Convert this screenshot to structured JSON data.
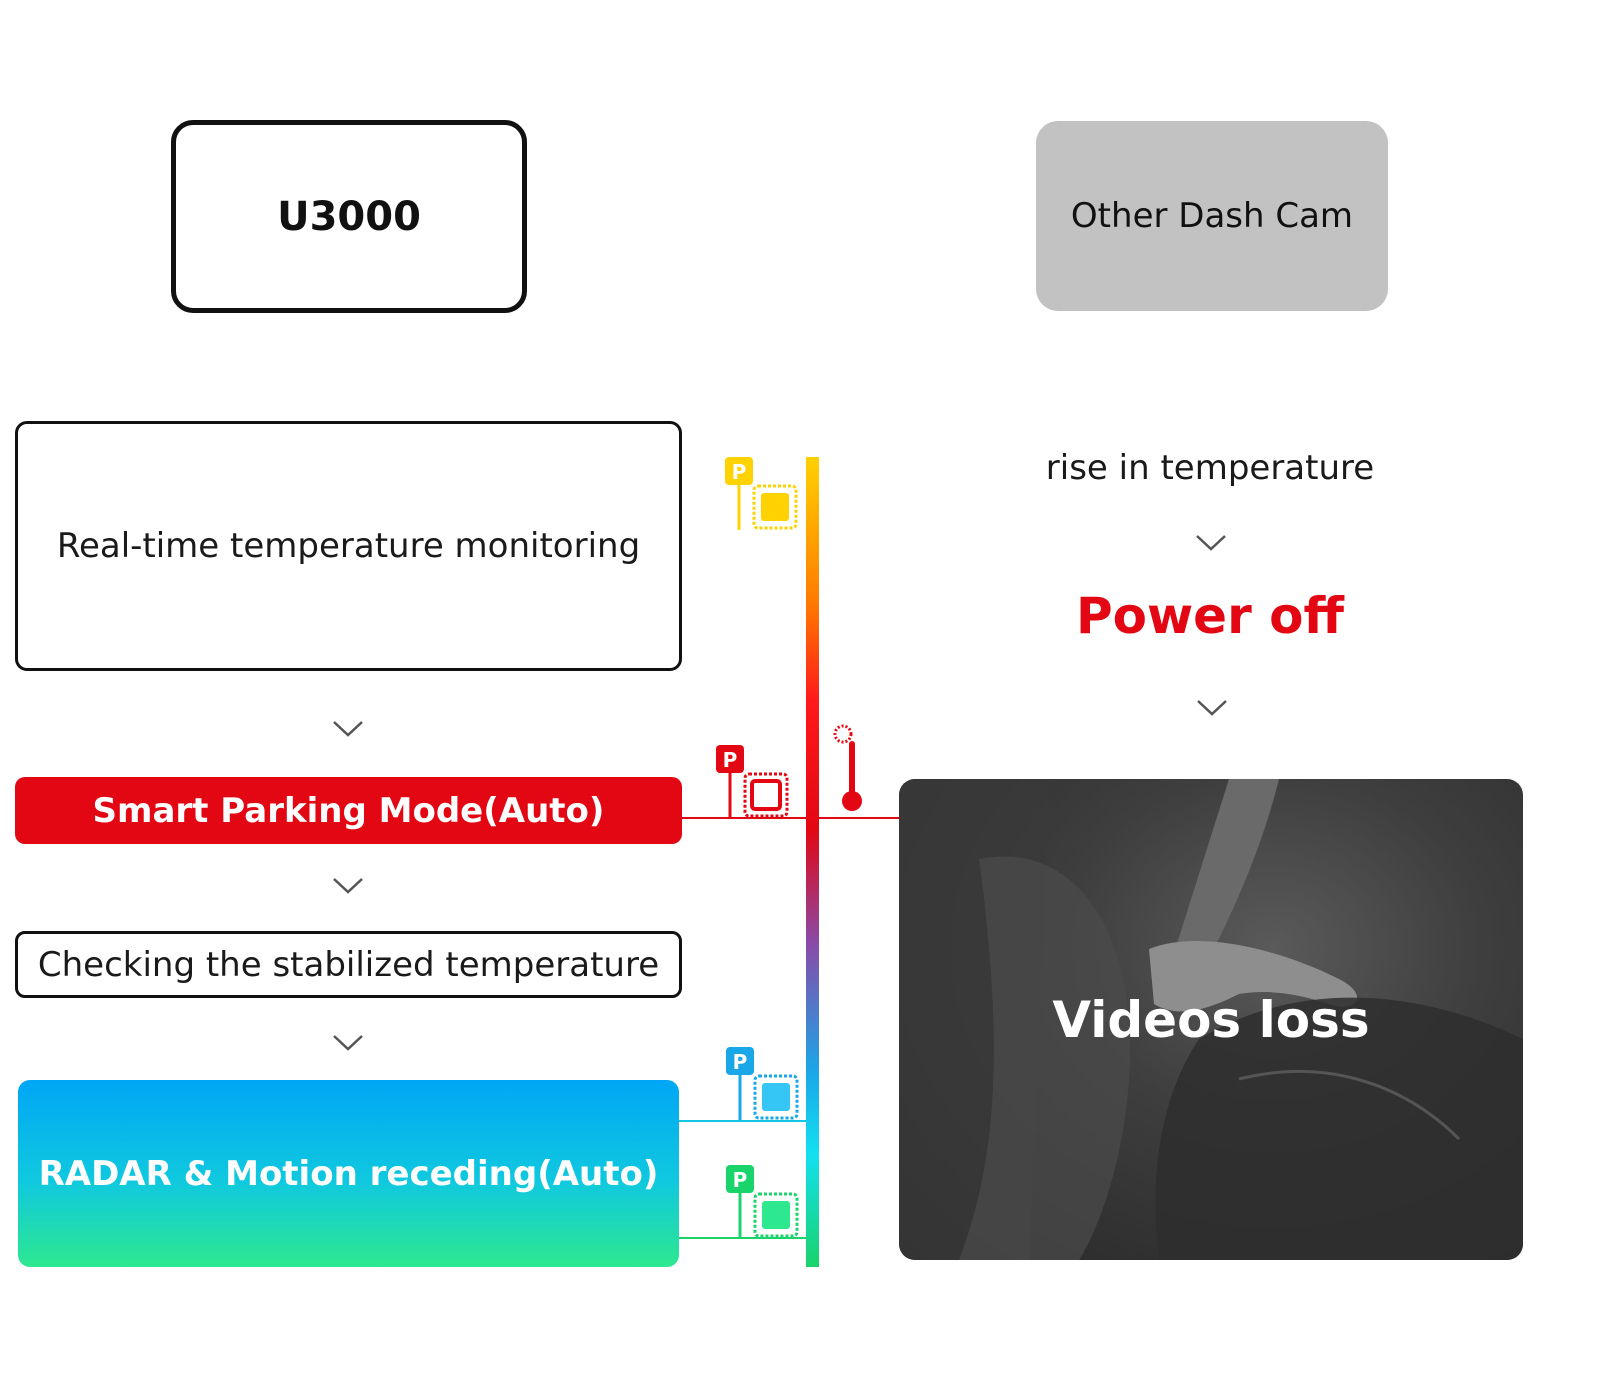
{
  "header": {
    "left_title": "U3000",
    "right_title": "Other Dash Cam"
  },
  "left_flow": {
    "step_1": "Real-time temperature monitoring",
    "step_2": "Smart Parking Mode(Auto)",
    "step_3": "Checking the stabilized temperature",
    "step_4": "RADAR & Motion receding(Auto)"
  },
  "right_flow": {
    "step_1": "rise in temperature",
    "step_2": "Power off",
    "result": "Videos loss"
  },
  "icons": {
    "arrow": "chevron-down-icon",
    "parking_sign": "P",
    "chip": "chip-icon",
    "thermometer": "thermometer-icon"
  },
  "colors": {
    "accent_red": "#e30613",
    "level_yellow": "#ffd200",
    "level_red": "#e30613",
    "level_blue": "#1aa7e8",
    "level_green": "#19d36b",
    "grey_box": "#c2c2c2"
  }
}
